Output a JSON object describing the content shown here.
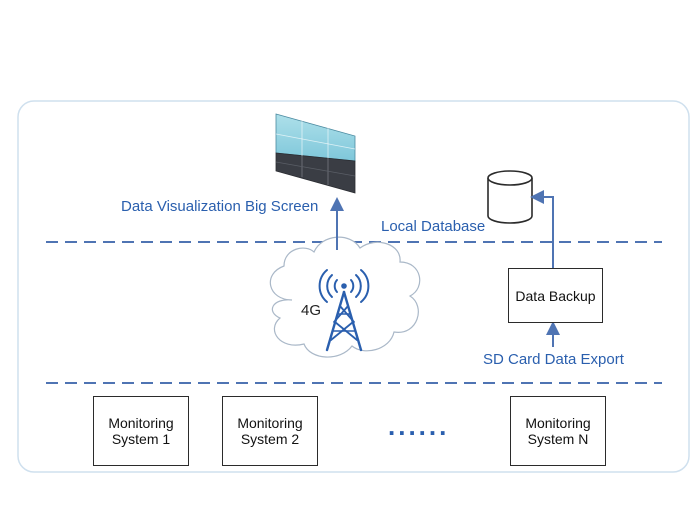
{
  "labels": {
    "big_screen": "Data Visualization Big Screen",
    "local_database": "Local Database",
    "network": "4G",
    "sd_export": "SD Card Data Export",
    "ellipsis": "......"
  },
  "boxes": {
    "data_backup": "Data Backup",
    "monitoring_1": [
      "Monitoring",
      "System 1"
    ],
    "monitoring_2": [
      "Monitoring",
      "System 2"
    ],
    "monitoring_n": [
      "Monitoring",
      "System N"
    ]
  },
  "colors": {
    "accent_blue": "#2a5fae",
    "dashed_line": "#4f74b3",
    "panel_border": "#cfe0ee",
    "box_border": "#2b2b2b"
  },
  "icons": {
    "big_screen": "video-wall-icon",
    "database": "database-cylinder-icon",
    "tower": "cell-tower-icon",
    "cloud": "cloud-icon"
  }
}
